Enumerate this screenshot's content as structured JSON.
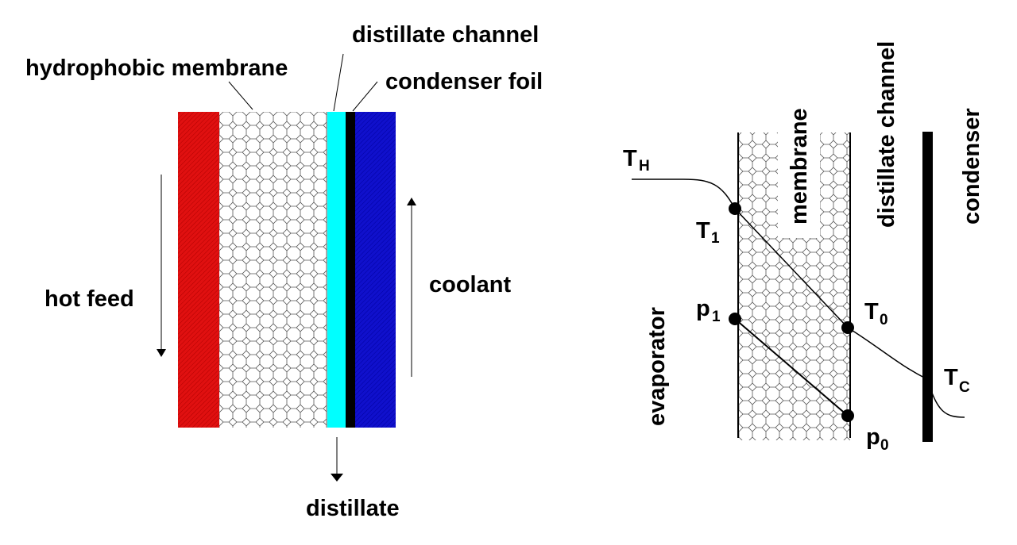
{
  "left_diagram": {
    "labels": {
      "hydrophobic_membrane": "hydrophobic membrane",
      "distillate_channel": "distillate  channel",
      "condenser_foil": "condenser foil",
      "hot_feed": "hot feed",
      "coolant": "coolant",
      "distillate": "distillate"
    },
    "colors": {
      "hot_feed_layer": "#e01010",
      "membrane_layer": "#ffffff",
      "distillate_channel_layer": "#00ffff",
      "condenser_foil_layer": "#000000",
      "coolant_layer": "#1010cc"
    }
  },
  "right_diagram": {
    "labels": {
      "membrane": "membrane",
      "distillate_channel": "distillate  channel",
      "condenser": "condenser",
      "evaporator": "evaporator"
    },
    "points": {
      "TH": {
        "main": "T",
        "sub": "H"
      },
      "T1": {
        "main": "T",
        "sub": "1"
      },
      "p1": {
        "main": "p",
        "sub": "1"
      },
      "T0": {
        "main": "T",
        "sub": "0"
      },
      "TC": {
        "main": "T",
        "sub": "C"
      },
      "p0": {
        "main": "p",
        "sub": "0"
      }
    }
  }
}
